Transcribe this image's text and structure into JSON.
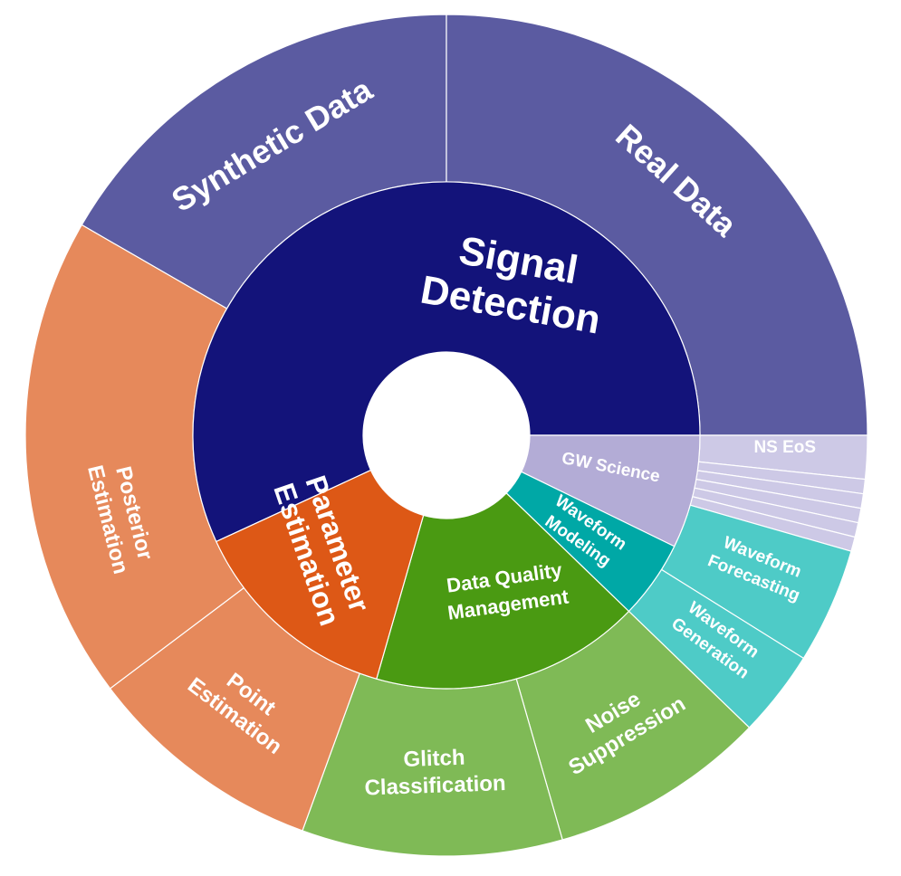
{
  "chart_data": {
    "type": "sunburst",
    "title": "",
    "inner": [
      {
        "name": "Signal Detection",
        "lines": [
          "Signal",
          "Detection"
        ],
        "start": -114.8,
        "end": 90,
        "color": "#13137a"
      },
      {
        "name": "GW Science",
        "lines": [
          "GW Science"
        ],
        "start": 90,
        "end": 116,
        "color": "#b3acd6"
      },
      {
        "name": "Waveform Modeling",
        "lines": [
          "Waveform",
          "Modeling"
        ],
        "start": 116,
        "end": 134,
        "color": "#00a8a6"
      },
      {
        "name": "Data Quality Management",
        "lines": [
          "Data Quality",
          "Management"
        ],
        "start": 134,
        "end": 196,
        "color": "#4a9a12"
      },
      {
        "name": "Parameter Estimation",
        "lines": [
          "Parameter",
          "Estimation"
        ],
        "start": 196,
        "end": 245.2,
        "color": "#dd5816"
      }
    ],
    "outer": [
      {
        "name": "Synthetic Data",
        "lines": [
          "Synthetic Data"
        ],
        "parent": "Signal Detection",
        "start": -60,
        "end": 0,
        "color": "#5b5ba1"
      },
      {
        "name": "Real Data",
        "lines": [
          "Real Data"
        ],
        "parent": "Signal Detection",
        "start": 0,
        "end": 90,
        "color": "#5b5ba1"
      },
      {
        "name": "NS EoS",
        "lines": [
          "NS EoS"
        ],
        "parent": "GW Science",
        "start": 90,
        "end": 96,
        "color": "#cdc9e6"
      },
      {
        "name": "",
        "lines": [],
        "parent": "GW Science",
        "start": 96,
        "end": 98,
        "color": "#cdc9e6"
      },
      {
        "name": "",
        "lines": [],
        "parent": "GW Science",
        "start": 98,
        "end": 100,
        "color": "#cdc9e6"
      },
      {
        "name": "",
        "lines": [],
        "parent": "GW Science",
        "start": 100,
        "end": 102,
        "color": "#cdc9e6"
      },
      {
        "name": "",
        "lines": [],
        "parent": "GW Science",
        "start": 102,
        "end": 104,
        "color": "#cdc9e6"
      },
      {
        "name": "",
        "lines": [],
        "parent": "GW Science",
        "start": 104,
        "end": 106,
        "color": "#cdc9e6"
      },
      {
        "name": "Waveform Forecasting",
        "lines": [
          "Waveform",
          "Forecasting"
        ],
        "parent": "Waveform Modeling",
        "start": 106,
        "end": 122,
        "color": "#4ecbc7"
      },
      {
        "name": "Waveform Generation",
        "lines": [
          "Waveform",
          "Generation"
        ],
        "parent": "Waveform Modeling",
        "start": 122,
        "end": 134,
        "color": "#4ecbc7"
      },
      {
        "name": "Noise Suppression",
        "lines": [
          "Noise",
          "Suppression"
        ],
        "parent": "Data Quality Management",
        "start": 134,
        "end": 164,
        "color": "#7fba56"
      },
      {
        "name": "Glitch Classification",
        "lines": [
          "Glitch",
          "Classification"
        ],
        "parent": "Data Quality Management",
        "start": 164,
        "end": 200,
        "color": "#7fba56"
      },
      {
        "name": "Point Estimation",
        "lines": [
          "Point",
          "Estimation"
        ],
        "parent": "Parameter Estimation",
        "start": 200,
        "end": 233,
        "color": "#e6895b"
      },
      {
        "name": "Posterior Estimation",
        "lines": [
          "Posterior",
          "Estimation"
        ],
        "parent": "Parameter Estimation",
        "start": 233,
        "end": 300,
        "color": "#e6895b"
      }
    ]
  }
}
